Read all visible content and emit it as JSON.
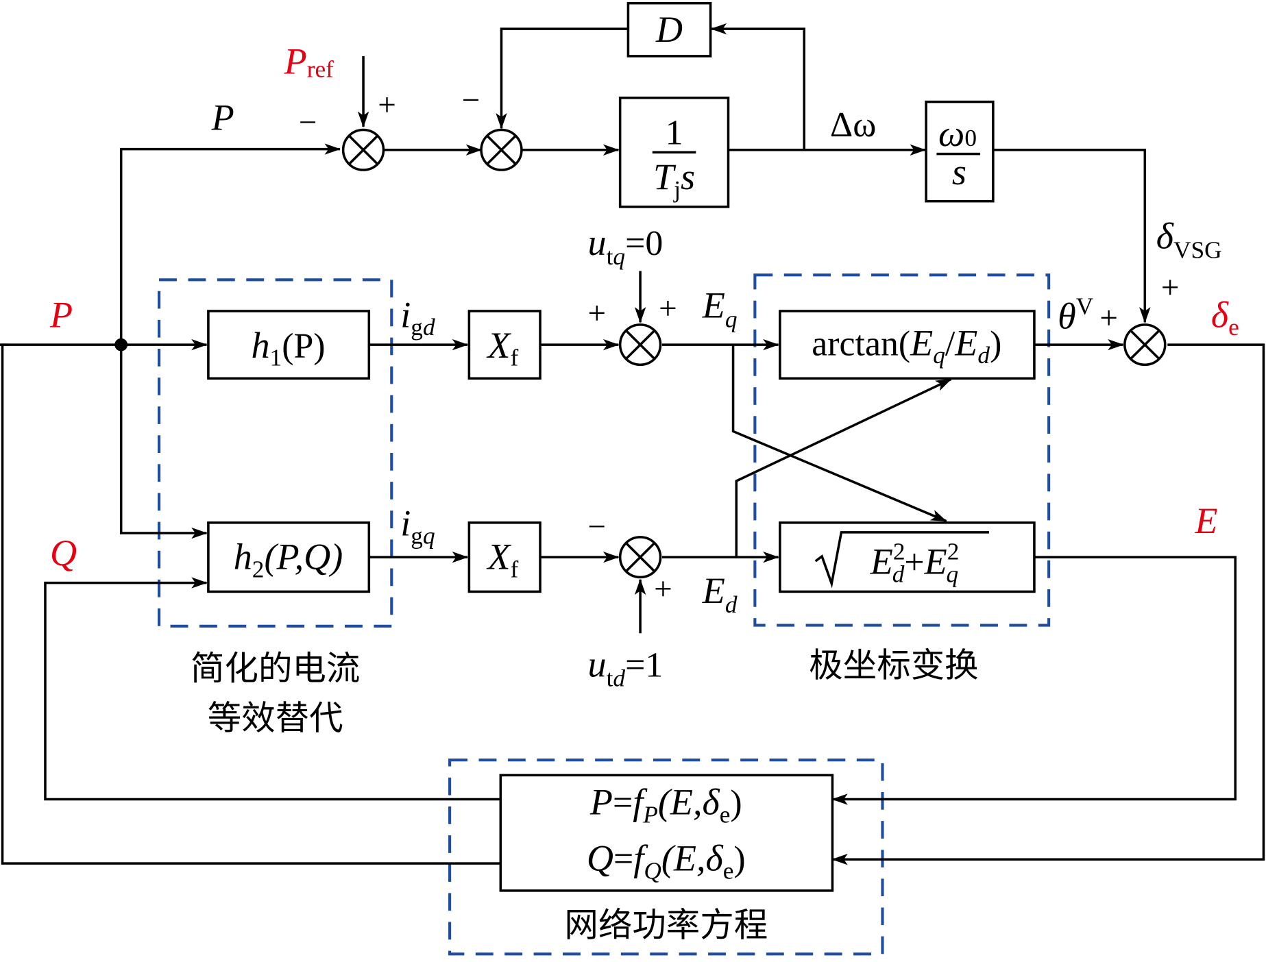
{
  "colors": {
    "line": "#000000",
    "dashed_group": "#1f4ea0",
    "highlight_signal": "#e60012"
  },
  "signals": {
    "P_ref": {
      "main": "P",
      "sub": "ref"
    },
    "P_feedback_top": "P",
    "P_input": "P",
    "Q_input": "Q",
    "delta_omega": "Δω",
    "delta_vsg": {
      "main": "δ",
      "sub": "VSG"
    },
    "delta_e": {
      "main": "δ",
      "sub": "e"
    },
    "E_out": "E",
    "theta_v": {
      "main": "θ",
      "sup": "V"
    },
    "i_gd": {
      "main": "i",
      "sub": "g",
      "subi": "d"
    },
    "i_gq": {
      "main": "i",
      "sub": "g",
      "subi": "q"
    },
    "E_q": {
      "main": "E",
      "subi": "q"
    },
    "E_d": {
      "main": "E",
      "subi": "d"
    },
    "u_tq": {
      "main": "u",
      "sub": "t",
      "subi": "q",
      "eq": "=0"
    },
    "u_td": {
      "main": "u",
      "sub": "t",
      "subi": "d",
      "eq": "=1"
    }
  },
  "blocks": {
    "damping": "D",
    "inertia": {
      "num": "1",
      "den_main": "T",
      "den_sub": "j",
      "den_tail": "s"
    },
    "integrator": {
      "num_main": "ω",
      "num_sub": "0",
      "den": "s"
    },
    "h1": {
      "main": "h",
      "sub": "1",
      "args": "(P)"
    },
    "h2": {
      "main": "h",
      "sub": "2",
      "args": "(P,Q)"
    },
    "xf_top": {
      "main": "X",
      "sub": "f"
    },
    "xf_bottom": {
      "main": "X",
      "sub": "f"
    },
    "arctan": {
      "fn": "arctan(",
      "a": "E",
      "a_sub": "q",
      "slash": "/",
      "b": "E",
      "b_sub": "d",
      "close": ")"
    },
    "magnitude": {
      "a": "E",
      "a_sub": "d",
      "a_sup": "2",
      "plus": "+",
      "b": "E",
      "b_sub": "q",
      "b_sup": "2"
    },
    "network_P": {
      "lhs": "P",
      "eq": "=",
      "fn": "f",
      "fn_sub": "P",
      "args_open": "(E,",
      "delta": "δ",
      "delta_sub": "e",
      "args_close": ")"
    },
    "network_Q": {
      "lhs": "Q",
      "eq": "=",
      "fn": "f",
      "fn_sub": "Q",
      "args_open": "(E,",
      "delta": "δ",
      "delta_sub": "e",
      "args_close": ")"
    }
  },
  "signs": {
    "sum1_left": "−",
    "sum1_top": "+",
    "sum2_top": "−",
    "sum3_left": "+",
    "sum3_top": "+",
    "sum4_left": "−",
    "sum4_bottom": "+",
    "sum5_left": "+",
    "sum5_top": "+"
  },
  "group_labels": {
    "current_equiv_line1": "简化的电流",
    "current_equiv_line2": "等效替代",
    "polar_transform": "极坐标变换",
    "network_power": "网络功率方程"
  }
}
